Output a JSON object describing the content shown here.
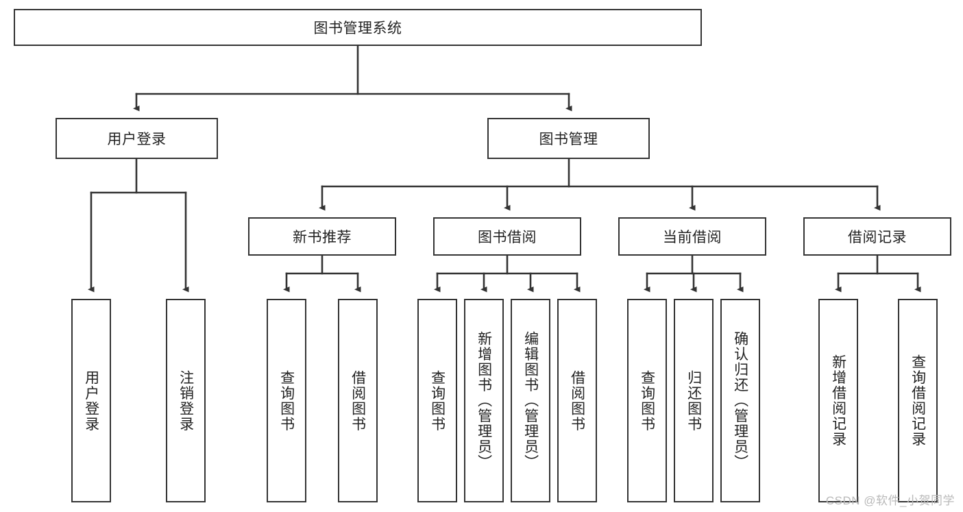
{
  "diagram": {
    "title_node": {
      "label": "图书管理系统"
    },
    "level2": [
      {
        "id": "user-login",
        "label": "用户登录"
      },
      {
        "id": "book-manage",
        "label": "图书管理"
      }
    ],
    "level3": [
      {
        "id": "new-book-recommend",
        "label": "新书推荐"
      },
      {
        "id": "book-borrow",
        "label": "图书借阅"
      },
      {
        "id": "current-borrow",
        "label": "当前借阅"
      },
      {
        "id": "borrow-record",
        "label": "借阅记录"
      }
    ],
    "leaves": [
      {
        "id": "leaf-user-login",
        "label": "用户登录",
        "parent": "user-login"
      },
      {
        "id": "leaf-logout",
        "label": "注销登录",
        "parent": "user-login"
      },
      {
        "id": "leaf-query-book-1",
        "label": "查询图书",
        "parent": "new-book-recommend"
      },
      {
        "id": "leaf-borrow-book-1",
        "label": "借阅图书",
        "parent": "new-book-recommend"
      },
      {
        "id": "leaf-query-book-2",
        "label": "查询图书",
        "parent": "book-borrow"
      },
      {
        "id": "leaf-add-book",
        "label": "新增图书（管理员）",
        "parent": "book-borrow"
      },
      {
        "id": "leaf-edit-book",
        "label": "编辑图书（管理员）",
        "parent": "book-borrow"
      },
      {
        "id": "leaf-borrow-book-2",
        "label": "借阅图书",
        "parent": "book-borrow"
      },
      {
        "id": "leaf-query-book-3",
        "label": "查询图书",
        "parent": "current-borrow"
      },
      {
        "id": "leaf-return-book",
        "label": "归还图书",
        "parent": "current-borrow"
      },
      {
        "id": "leaf-confirm-return",
        "label": "确认归还（管理员）",
        "parent": "current-borrow"
      },
      {
        "id": "leaf-add-record",
        "label": "新增借阅记录",
        "parent": "borrow-record"
      },
      {
        "id": "leaf-query-record",
        "label": "查询借阅记录",
        "parent": "borrow-record"
      }
    ]
  },
  "watermark": {
    "text": "CSDN @软件_小贺同学"
  },
  "colors": {
    "stroke": "#333333",
    "background": "#ffffff",
    "text": "#222222",
    "watermark": "#b9b9b9"
  }
}
